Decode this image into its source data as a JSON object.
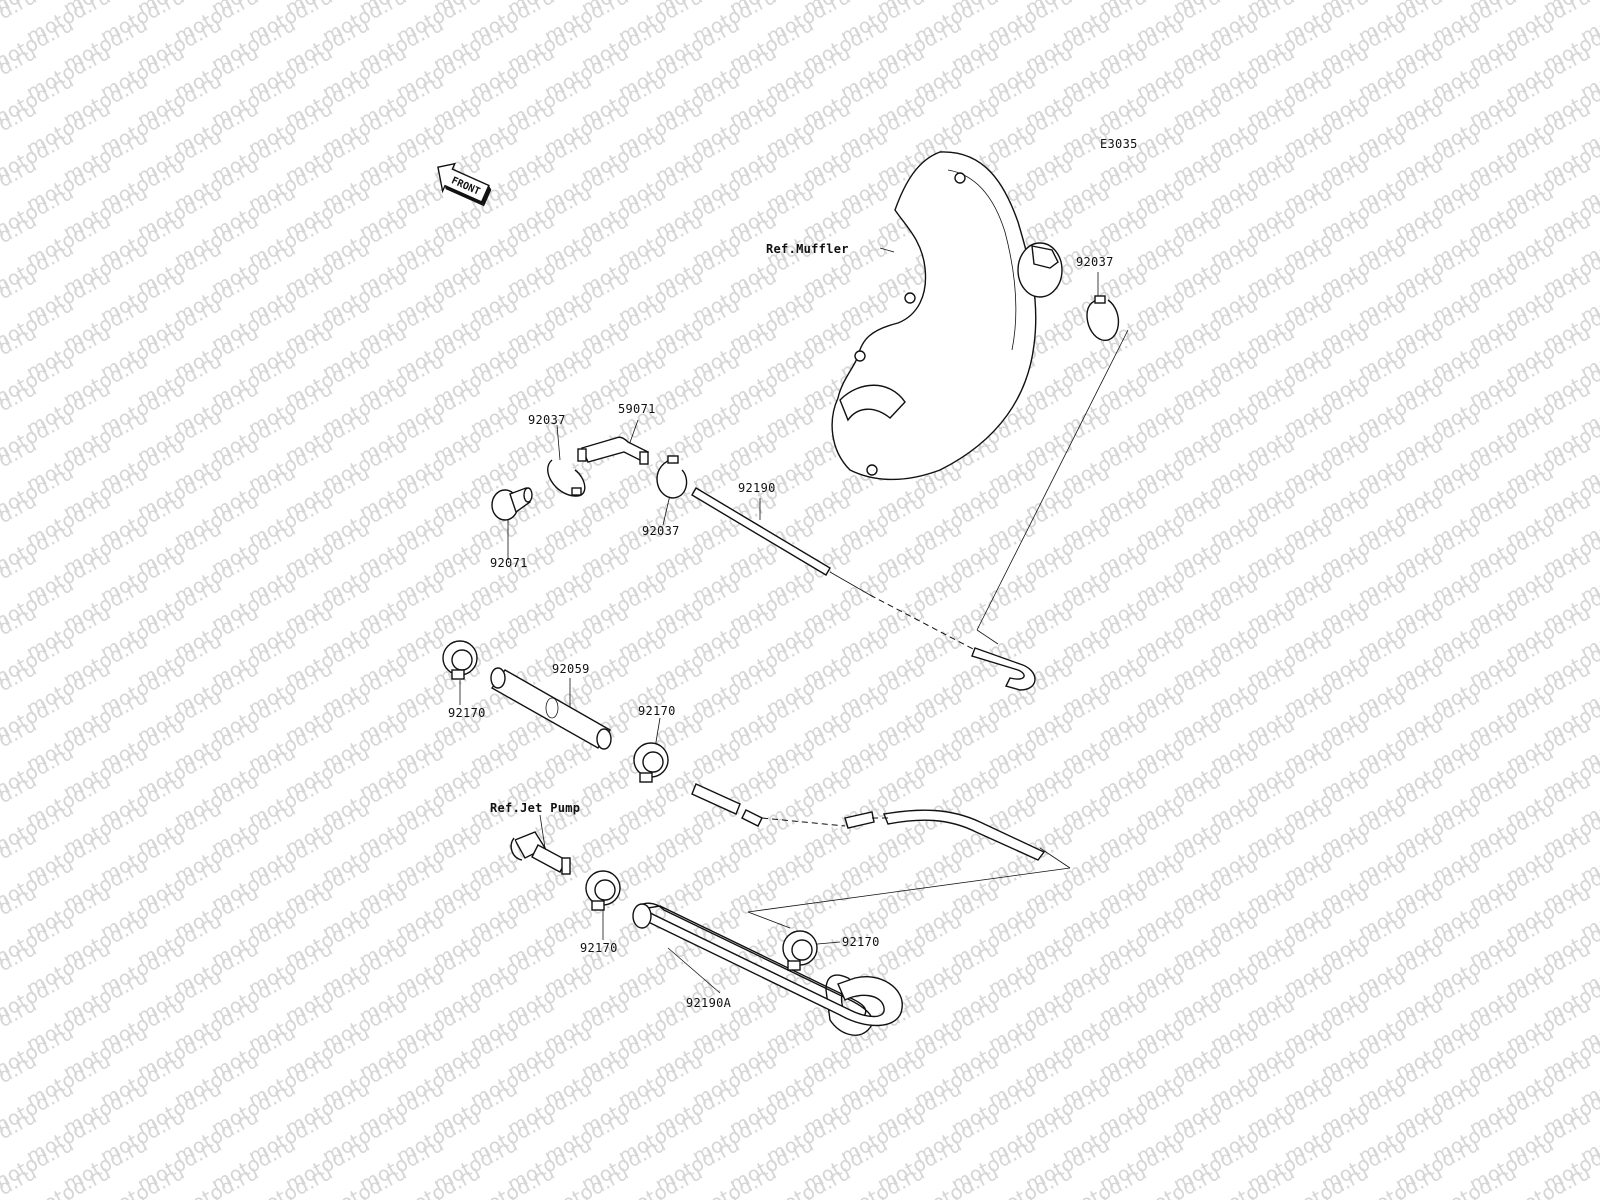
{
  "diagram": {
    "code": "E3035",
    "front_label": "FRONT",
    "watermark": "motod.ru",
    "refs": {
      "muffler": "Ref.Muffler",
      "jet_pump": "Ref.Jet Pump"
    },
    "parts": {
      "clamp_top_right": "92037",
      "clamp_left": "92037",
      "clamp_center": "92037",
      "joint": "59071",
      "cap": "92071",
      "tube_long": "92190",
      "tube_short": "92059",
      "band_left": "92170",
      "band_center": "92170",
      "band_lower": "92170",
      "band_right": "92170",
      "hose_bent": "92190A"
    }
  }
}
